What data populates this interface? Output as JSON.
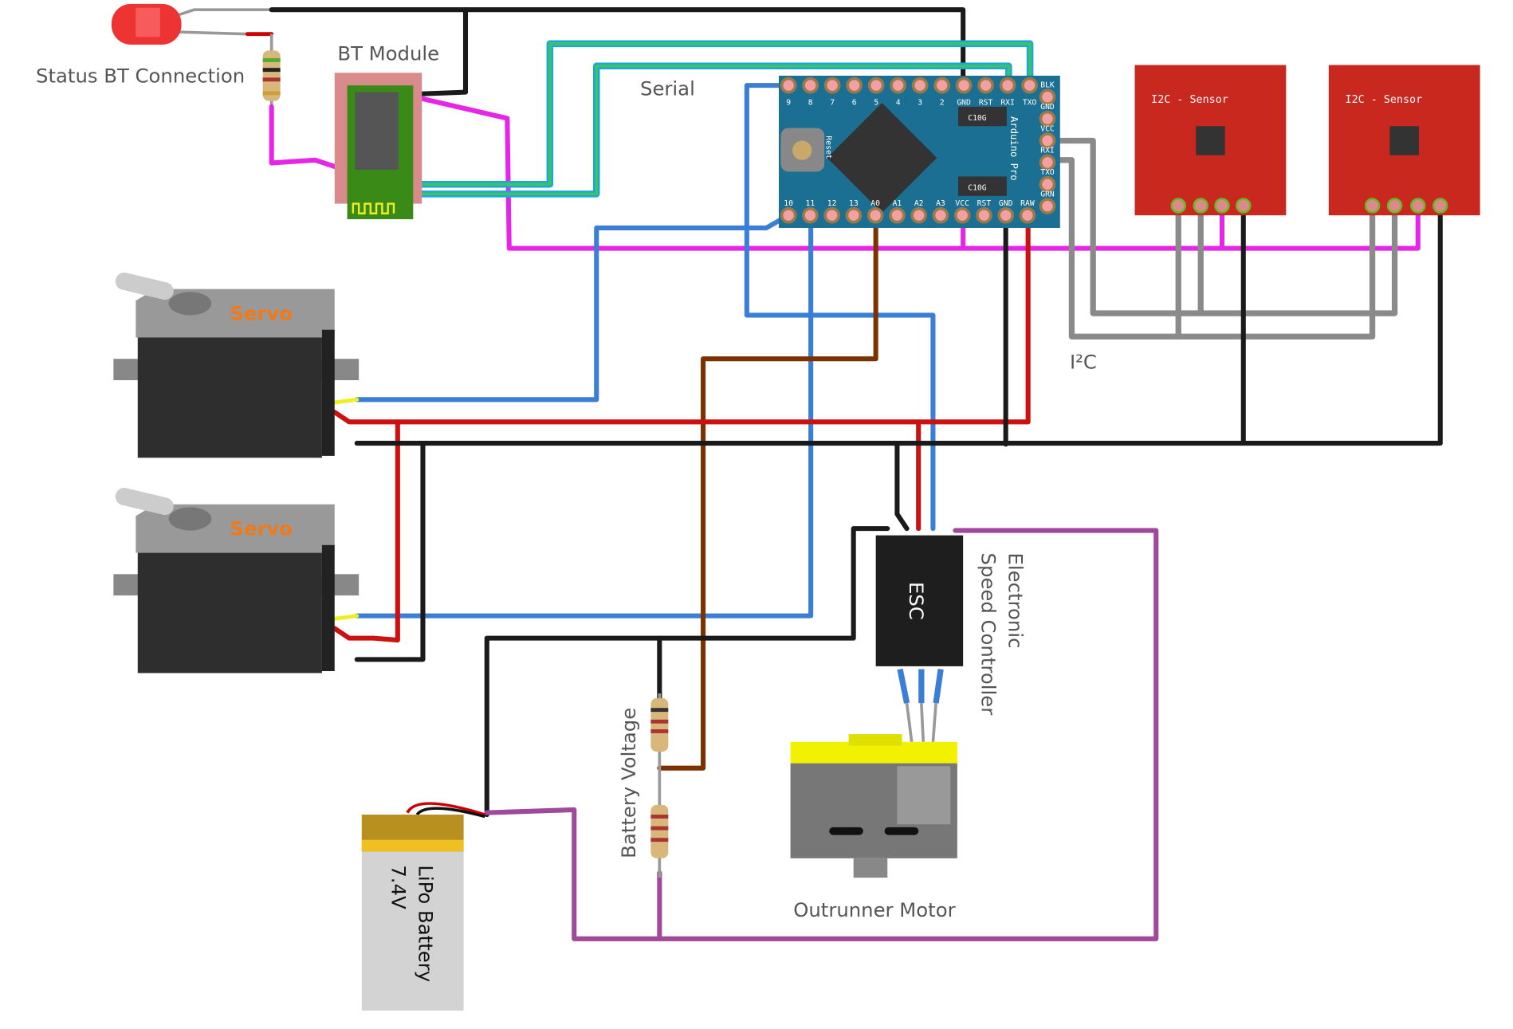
{
  "labels": {
    "status_led": "Status BT Connection",
    "bt_module": "BT Module",
    "serial": "Serial",
    "i2c": "I²C",
    "esc_line1": "Electronic",
    "esc_line2": "Speed Controller",
    "esc_chip": "ESC",
    "motor": "Outrunner Motor",
    "battery_voltage": "Battery Voltage",
    "battery_line1": "LiPo Battery",
    "battery_line2": "7.4V",
    "servo1": "Servo",
    "servo2": "Servo",
    "sensor1": "I2C - Sensor",
    "sensor2": "I2C - Sensor"
  },
  "arduino": {
    "name": "Arduino Pro",
    "reset": "Reset",
    "top_pins": [
      "9",
      "8",
      "7",
      "6",
      "5",
      "4",
      "3",
      "2",
      "GND",
      "RST",
      "RXI",
      "TXO"
    ],
    "bottom_pins": [
      "10",
      "11",
      "12",
      "13",
      "A0",
      "A1",
      "A2",
      "A3",
      "VCC",
      "RST",
      "GND",
      "RAW"
    ],
    "side_pins": [
      "BLK",
      "GND",
      "VCC",
      "RXI",
      "TXO",
      "GRN"
    ],
    "cap_label": "C10G"
  },
  "colors": {
    "black_wire": "#1a1a1a",
    "red_wire": "#cc1111",
    "blue_wire": "#3a7fd5",
    "magenta_wire": "#e626e6",
    "brown_wire": "#7a3300",
    "purple_wire": "#a0489a",
    "gray_wire": "#8a8a8a",
    "cyan_wire": "#1aa8d8",
    "green_wire": "#3cc26a",
    "arduino_board": "#1b6f93",
    "sensor_board": "#c8281e"
  }
}
